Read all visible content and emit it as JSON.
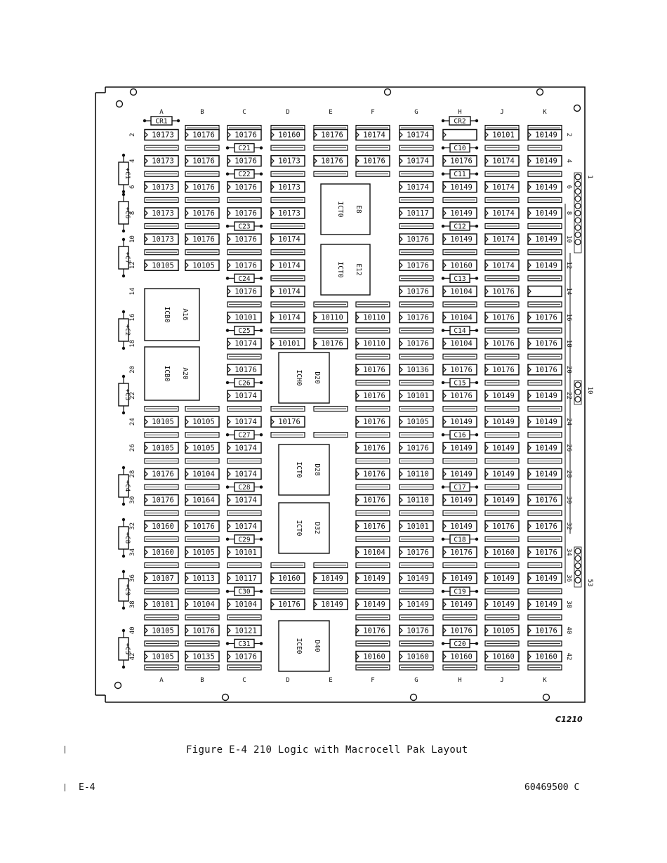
{
  "figure": {
    "caption": "Figure E-4  210 Logic with Macrocell Pak Layout",
    "page_number": "E-4",
    "document_number": "60469500 C",
    "drawing_code": "C1210"
  },
  "board": {
    "columns": [
      "A",
      "B",
      "C",
      "D",
      "E",
      "F",
      "G",
      "H",
      "J",
      "K"
    ],
    "row_labels": [
      "2",
      "4",
      "6",
      "8",
      "10",
      "12",
      "14",
      "16",
      "18",
      "20",
      "22",
      "24",
      "26",
      "28",
      "30",
      "32",
      "34",
      "36",
      "38",
      "40",
      "42"
    ],
    "edge_labels": [
      "1",
      "10",
      "53"
    ],
    "row_chip_rows": [
      {
        "row": "2",
        "chips": {
          "A": "10173",
          "B": "10176",
          "C": "10176",
          "D": "10160",
          "E": "10176",
          "F": "10174",
          "G": "10174",
          "H": "",
          "J": "10101",
          "K": "10149"
        }
      },
      {
        "row": "4",
        "chips": {
          "A": "10173",
          "B": "10176",
          "C": "10176",
          "D": "10173",
          "E": "10176",
          "F": "10176",
          "G": "10174",
          "H": "10176",
          "J": "10174",
          "K": "10149"
        }
      },
      {
        "row": "6",
        "chips": {
          "A": "10173",
          "B": "10176",
          "C": "10176",
          "D": "10173",
          "G": "10174",
          "H": "10149",
          "J": "10174",
          "K": "10149"
        }
      },
      {
        "row": "8",
        "chips": {
          "A": "10173",
          "B": "10176",
          "C": "10176",
          "D": "10173",
          "G": "10117",
          "H": "10149",
          "J": "10174",
          "K": "10149"
        }
      },
      {
        "row": "10",
        "chips": {
          "A": "10173",
          "B": "10176",
          "C": "10176",
          "D": "10174",
          "G": "10176",
          "H": "10149",
          "J": "10174",
          "K": "10149"
        }
      },
      {
        "row": "12",
        "chips": {
          "A": "10105",
          "B": "10105",
          "C": "10176",
          "D": "10174",
          "G": "10176",
          "H": "10160",
          "J": "10174",
          "K": "10149"
        }
      },
      {
        "row": "14",
        "chips": {
          "C": "10176",
          "D": "10174",
          "G": "10176",
          "H": "10104",
          "J": "10176",
          "K": ""
        }
      },
      {
        "row": "16",
        "chips": {
          "C": "10101",
          "D": "10174",
          "E": "10110",
          "F": "10110",
          "G": "10176",
          "H": "10104",
          "J": "10176",
          "K": "10176"
        }
      },
      {
        "row": "18",
        "chips": {
          "C": "10174",
          "D": "10101",
          "E": "10176",
          "F": "10110",
          "G": "10176",
          "H": "10104",
          "J": "10176",
          "K": "10176"
        }
      },
      {
        "row": "20",
        "chips": {
          "C": "10176",
          "F": "10176",
          "G": "10136",
          "H": "10176",
          "J": "10176",
          "K": "10176"
        }
      },
      {
        "row": "22",
        "chips": {
          "C": "10174",
          "F": "10176",
          "G": "10101",
          "H": "10176",
          "J": "10149",
          "K": "10149"
        }
      },
      {
        "row": "24",
        "chips": {
          "A": "10105",
          "B": "10105",
          "C": "10174",
          "D": "10176",
          "F": "10176",
          "G": "10105",
          "H": "10149",
          "J": "10149",
          "K": "10149"
        }
      },
      {
        "row": "26",
        "chips": {
          "A": "10105",
          "B": "10105",
          "C": "10174",
          "F": "10176",
          "G": "10176",
          "H": "10149",
          "J": "10149",
          "K": "10149"
        }
      },
      {
        "row": "28",
        "chips": {
          "A": "10176",
          "B": "10104",
          "C": "10174",
          "F": "10176",
          "G": "10110",
          "H": "10149",
          "J": "10149",
          "K": "10149"
        }
      },
      {
        "row": "30",
        "chips": {
          "A": "10176",
          "B": "10164",
          "C": "10174",
          "F": "10176",
          "G": "10110",
          "H": "10149",
          "J": "10149",
          "K": "10176"
        }
      },
      {
        "row": "32",
        "chips": {
          "A": "10160",
          "B": "10176",
          "C": "10174",
          "F": "10176",
          "G": "10101",
          "H": "10149",
          "J": "10176",
          "K": "10176"
        }
      },
      {
        "row": "34",
        "chips": {
          "A": "10160",
          "B": "10105",
          "C": "10101",
          "F": "10104",
          "G": "10176",
          "H": "10176",
          "J": "10160",
          "K": "10176"
        }
      },
      {
        "row": "36",
        "chips": {
          "A": "10107",
          "B": "10113",
          "C": "10117",
          "D": "10160",
          "E": "10149",
          "F": "10149",
          "G": "10149",
          "H": "10149",
          "J": "10149",
          "K": "10149"
        }
      },
      {
        "row": "38",
        "chips": {
          "A": "10101",
          "B": "10104",
          "C": "10104",
          "D": "10176",
          "E": "10149",
          "F": "10149",
          "G": "10149",
          "H": "10149",
          "J": "10149",
          "K": "10149"
        }
      },
      {
        "row": "40",
        "chips": {
          "A": "10105",
          "B": "10176",
          "C": "10121",
          "F": "10176",
          "G": "10176",
          "H": "10176",
          "J": "10105",
          "K": "10176"
        }
      },
      {
        "row": "42",
        "chips": {
          "A": "10105",
          "B": "10135",
          "C": "10176",
          "F": "10160",
          "G": "10160",
          "H": "10160",
          "J": "10160",
          "K": "10160"
        }
      }
    ],
    "capacitors_c": [
      {
        "label": "C21",
        "row_after": "2"
      },
      {
        "label": "C22",
        "row_after": "4"
      },
      {
        "label": "C23",
        "row_after": "8"
      },
      {
        "label": "C24",
        "row_after": "12"
      },
      {
        "label": "C25",
        "row_after": "16"
      },
      {
        "label": "C26",
        "row_after": "20"
      },
      {
        "label": "C27",
        "row_after": "24"
      },
      {
        "label": "C28",
        "row_after": "28"
      },
      {
        "label": "C29",
        "row_after": "32"
      },
      {
        "label": "C30",
        "row_after": "36"
      },
      {
        "label": "C31",
        "row_after": "40"
      }
    ],
    "capacitors_h": [
      {
        "label": "C10",
        "row_after": "2"
      },
      {
        "label": "C11",
        "row_after": "4"
      },
      {
        "label": "C12",
        "row_after": "8"
      },
      {
        "label": "C13",
        "row_after": "12"
      },
      {
        "label": "C14",
        "row_after": "16"
      },
      {
        "label": "C15",
        "row_after": "20"
      },
      {
        "label": "C16",
        "row_after": "24"
      },
      {
        "label": "C17",
        "row_after": "28"
      },
      {
        "label": "C18",
        "row_after": "32"
      },
      {
        "label": "C19",
        "row_after": "36"
      },
      {
        "label": "C20",
        "row_after": "40"
      }
    ],
    "diodes": [
      {
        "label": "CR1",
        "column": "A"
      },
      {
        "label": "CR2",
        "column": "H"
      }
    ],
    "side_capacitors": [
      "+C1",
      "+C6",
      "+C7",
      "+C2",
      "+C3",
      "+C4",
      "+C8",
      "+C9",
      "+C5"
    ],
    "macrocells": [
      {
        "label": "E8",
        "type": "ICT0"
      },
      {
        "label": "E12",
        "type": "ICT0"
      },
      {
        "label": "A16",
        "type": "ICB0"
      },
      {
        "label": "A20",
        "type": "ICB0"
      },
      {
        "label": "D20",
        "type": "ICH0"
      },
      {
        "label": "D28",
        "type": "ICT0"
      },
      {
        "label": "D32",
        "type": "ICT0"
      },
      {
        "label": "D40",
        "type": "ICE0"
      }
    ]
  }
}
